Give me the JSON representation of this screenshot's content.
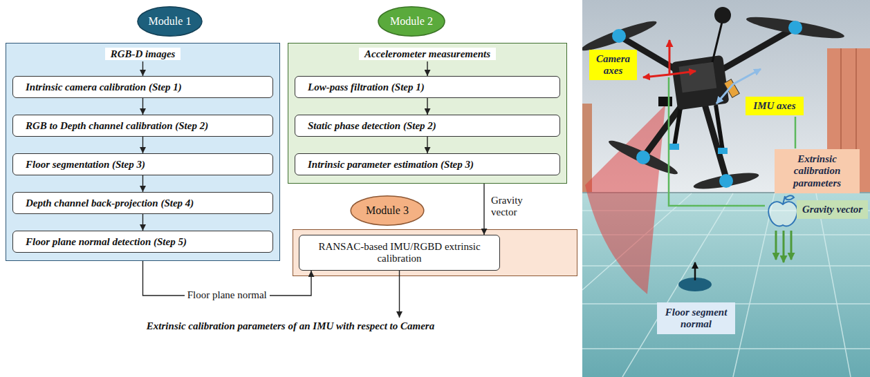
{
  "diagram": {
    "caption": "Extrinsic calibration parameters of an IMU with respect to Camera",
    "nodes": [
      {
        "text": [
          "Module 1"
        ]
      },
      {
        "text": [
          "Module 2"
        ]
      },
      {
        "text": [
          "RGB-D images"
        ]
      },
      {
        "text": [
          "Intrinsic camera calibration (Step 1)"
        ],
        "in": 2
      },
      {
        "text": [
          "RGB to Depth channel calibration (Step 2)"
        ],
        "in": 2
      },
      {
        "text": [
          "Floor segmentation (Step 3)"
        ],
        "in": 2
      },
      {
        "text": [
          "Depth channel back-projection (Step 4)"
        ],
        "in": 2
      },
      {
        "text": [
          "Floor plane normal detection (Step 5)"
        ],
        "in": 2
      },
      {
        "text": [
          "Accelerometer measurements"
        ]
      },
      {
        "text": [
          "Low-pass filtration (Step 1)"
        ],
        "in": 8
      },
      {
        "text": [
          "Static phase detection (Step 2)"
        ],
        "in": 8
      },
      {
        "text": [
          "Intrinsic parameter estimation (Step 3)"
        ],
        "in": 8
      },
      {
        "text": [
          "Module 3"
        ]
      },
      {
        "text": [
          "RANSAC-based IMU/RGBD extrinsic calibration"
        ]
      },
      {
        "text": [
          "Camera axes"
        ]
      },
      {
        "text": [
          "IMU axes"
        ]
      },
      {
        "text": [
          "Extrinsic calibration parameters"
        ]
      },
      {
        "text": [
          "Gravity vector"
        ]
      },
      {
        "text": [
          "Floor segment normal"
        ]
      }
    ],
    "edges": [
      {
        "from": 2,
        "to": 3,
        "arrow": "to"
      },
      {
        "from": 3,
        "to": 4,
        "arrow": "to"
      },
      {
        "from": 4,
        "to": 5,
        "arrow": "to"
      },
      {
        "from": 5,
        "to": 6,
        "arrow": "to"
      },
      {
        "from": 6,
        "to": 7,
        "arrow": "to"
      },
      {
        "from": 8,
        "to": 9,
        "arrow": "to"
      },
      {
        "from": 9,
        "to": 10,
        "arrow": "to"
      },
      {
        "from": 10,
        "to": 11,
        "arrow": "to"
      },
      {
        "from": 2,
        "to": 13,
        "label": "Floor plane normal",
        "arrow": "to"
      },
      {
        "from": 8,
        "to": 13,
        "label": "Gravity vector",
        "arrow": "to"
      }
    ]
  }
}
